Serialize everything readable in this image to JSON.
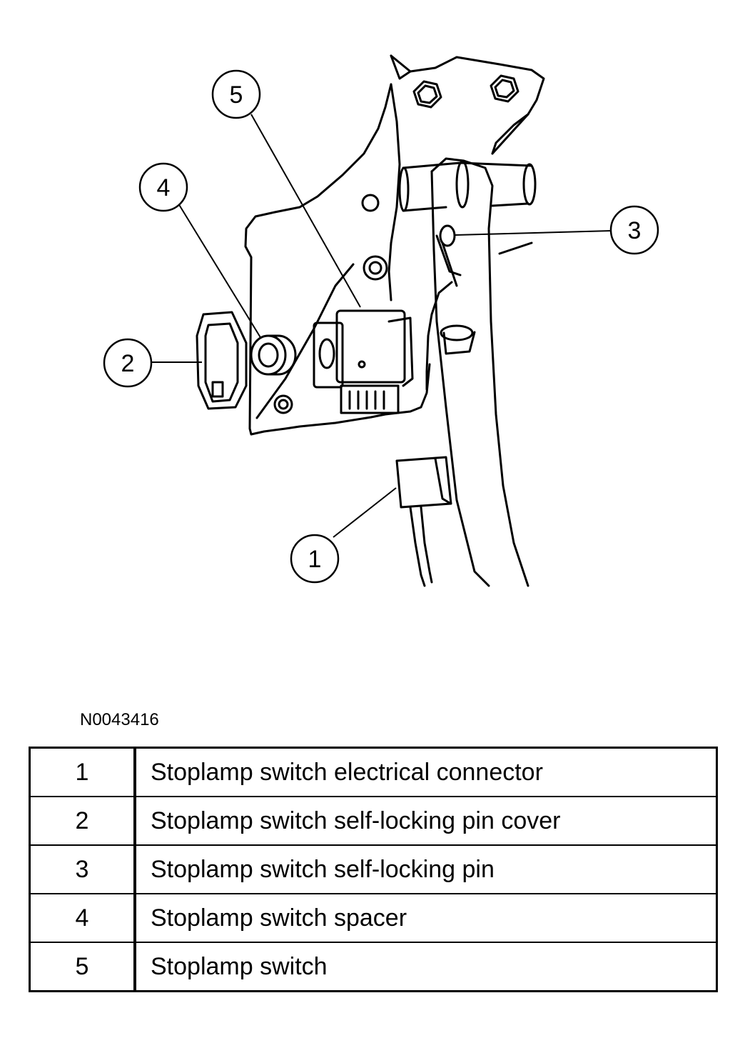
{
  "figure_id": "N0043416",
  "callouts": [
    "1",
    "2",
    "3",
    "4",
    "5"
  ],
  "legend": [
    {
      "number": "1",
      "description": "Stoplamp switch electrical connector"
    },
    {
      "number": "2",
      "description": "Stoplamp switch self-locking pin cover"
    },
    {
      "number": "3",
      "description": "Stoplamp switch self-locking pin"
    },
    {
      "number": "4",
      "description": "Stoplamp switch spacer"
    },
    {
      "number": "5",
      "description": "Stoplamp switch"
    }
  ],
  "colors": {
    "line": "#000000",
    "background": "#ffffff"
  }
}
